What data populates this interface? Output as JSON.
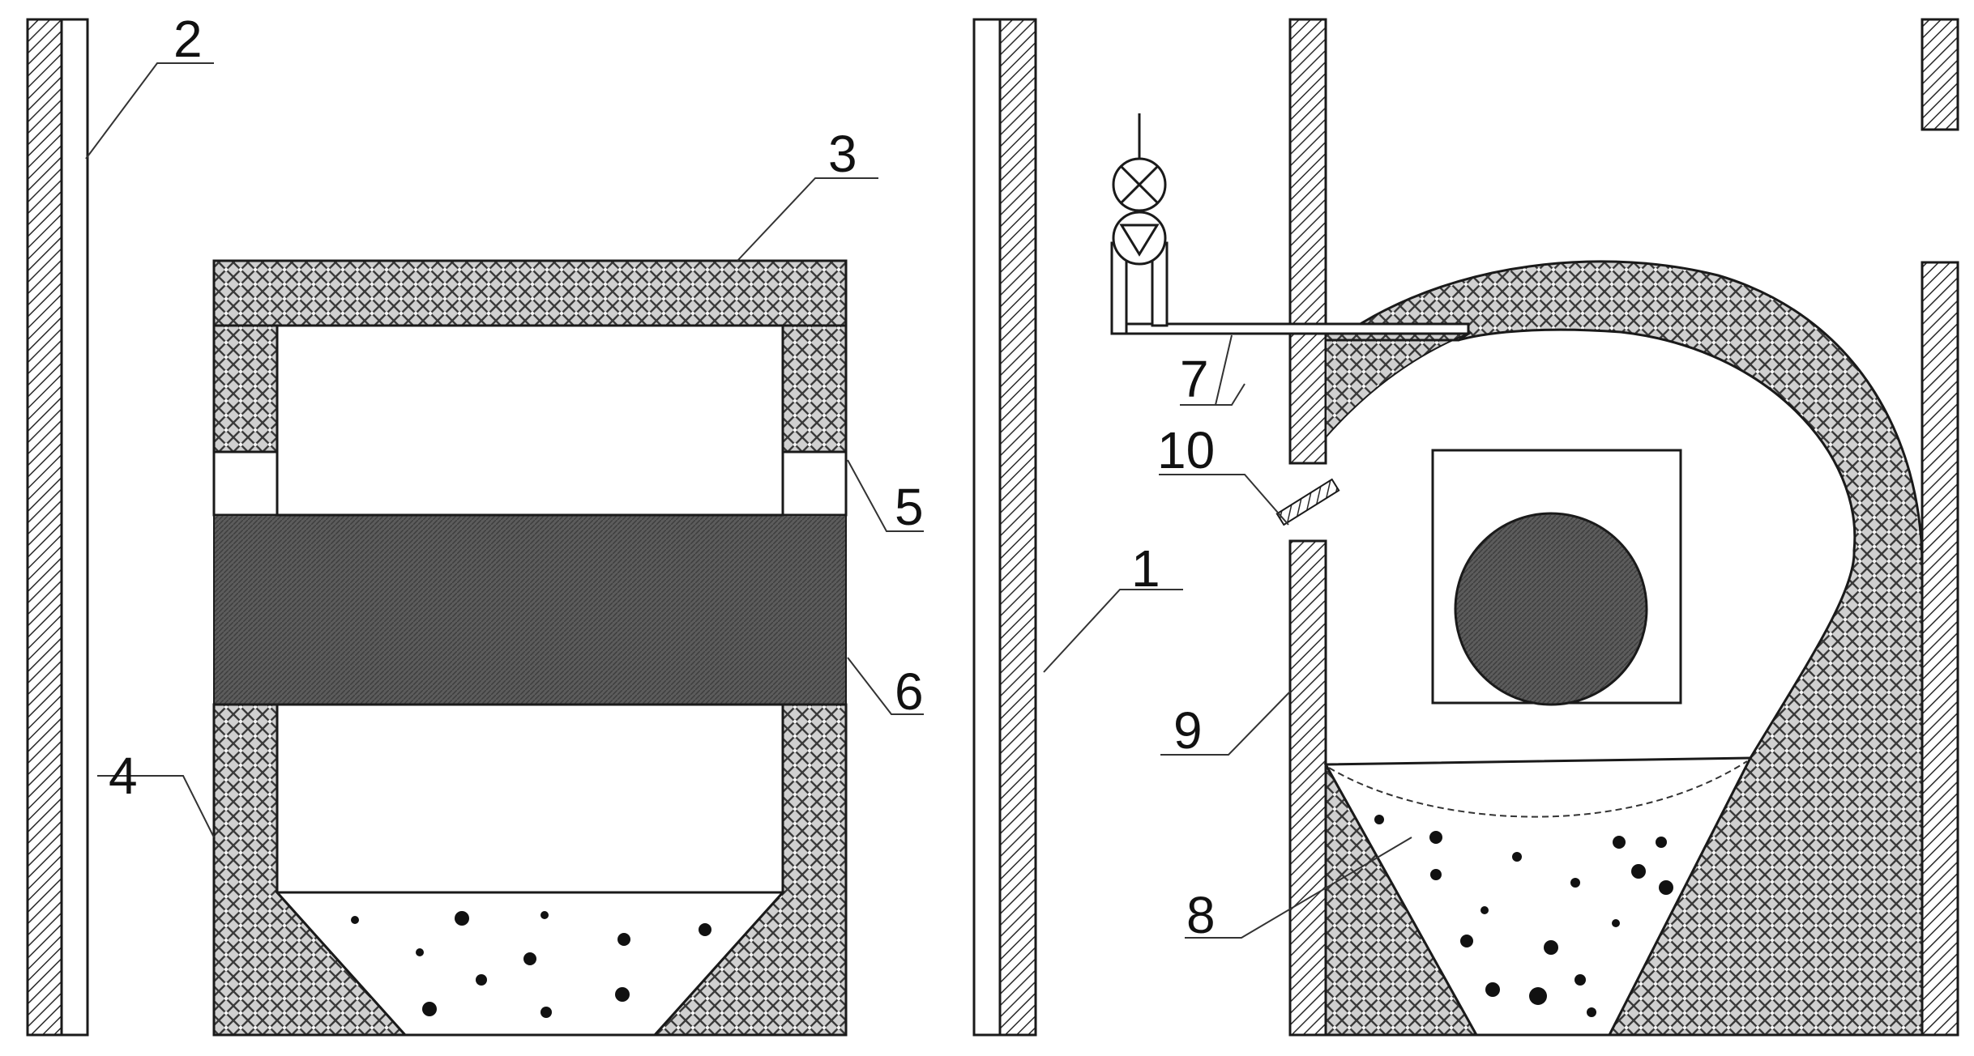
{
  "labels": {
    "l1": "1",
    "l2": "2",
    "l3": "3",
    "l4": "4",
    "l5": "5",
    "l6": "6",
    "l7": "7",
    "l8": "8",
    "l9": "9",
    "l10": "10"
  },
  "colors": {
    "line": "#1a1a1a",
    "refractory_light": "#d8d8d8",
    "refractory_dark": "#4a4a4a",
    "band": "#5a5a5a",
    "stage_bg": "#ffffff"
  }
}
